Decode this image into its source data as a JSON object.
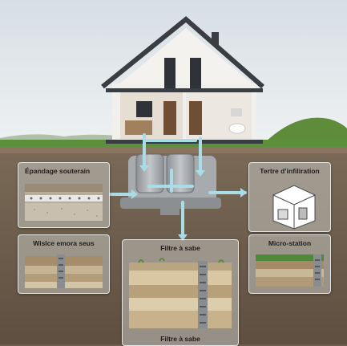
{
  "panels": {
    "epandage": {
      "title": "Épandage souterain"
    },
    "wislce": {
      "title": "Wislce emora seus"
    },
    "tertre": {
      "title": "Tertre d’infiliration"
    },
    "micro": {
      "title": "Micro-station"
    },
    "filtre": {
      "title": "Filtre à sabe",
      "bottom_label": "Filtre à sabe"
    }
  },
  "colors": {
    "sky": "#e4e9ec",
    "grass": "#5c8f3c",
    "soil": "#6e5e4d",
    "flow_arrow": "#a9dce6",
    "roof": "#3a3d42",
    "wall": "#f2f0ec"
  }
}
